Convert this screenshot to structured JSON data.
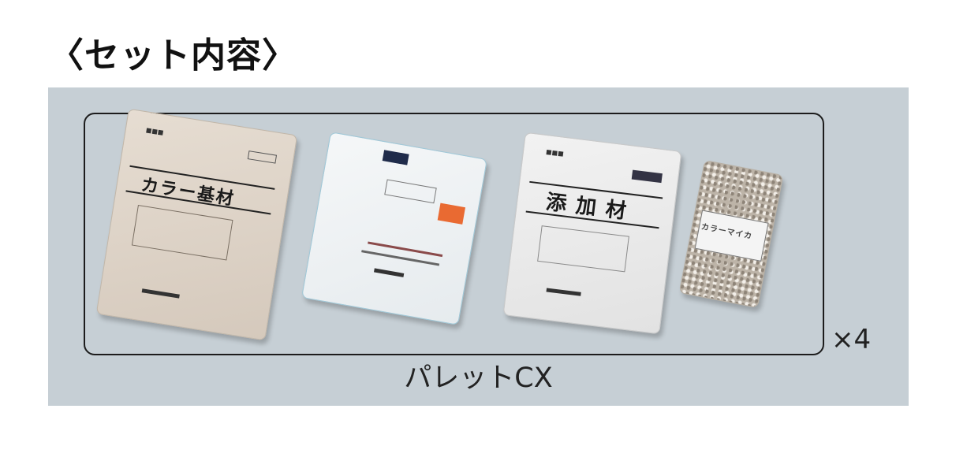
{
  "title": "〈セット内容〉",
  "products": [
    {
      "name": "color-base-bag",
      "label": "カラー基材"
    },
    {
      "name": "pouch-bag",
      "label": ""
    },
    {
      "name": "additive-bag",
      "label": "添加材"
    },
    {
      "name": "color-mica-bag",
      "label": "カラーマイカ"
    }
  ],
  "multiplier": "×4",
  "caption": "パレットCX",
  "colors": {
    "panel": "#c6cfd5",
    "frame": "#1c1c1c"
  }
}
